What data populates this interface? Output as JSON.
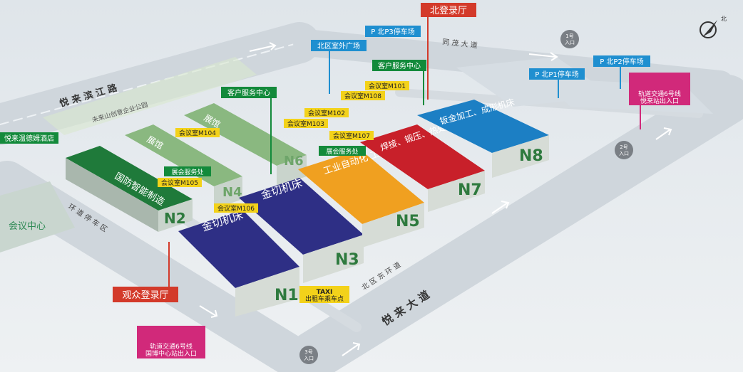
{
  "roads": {
    "yuelai_binjiang": "悦 来 滨 江 路",
    "weilaishan": "未来山创意企业公园",
    "tongmao": "同 茂 大 道",
    "huandao_tingche": "环 道 停 车 区",
    "north_east_ring": "北 区 东 环 道",
    "yuelai_dadao": "悦 来 大 道"
  },
  "halls": [
    {
      "id": "N1",
      "name": "金切机床",
      "color": "#2e2f85"
    },
    {
      "id": "N2",
      "name": "国防智能制造",
      "color": "#1f7a3a"
    },
    {
      "id": "N3",
      "name": "金切机床",
      "color": "#2e2f85"
    },
    {
      "id": "N4",
      "name": "展馆",
      "color": "#8ab880"
    },
    {
      "id": "N5",
      "name": "工业自动化 工刀夹具 测量",
      "color": "#f0a020"
    },
    {
      "id": "N6",
      "name": "展馆",
      "color": "#8ab880"
    },
    {
      "id": "N7",
      "name": "焊接、锻压、热处理",
      "color": "#c8202a"
    },
    {
      "id": "N8",
      "name": "钣金加工、成形机床",
      "color": "#1c7fc4"
    }
  ],
  "labels": {
    "north_reg": "北登录厅",
    "visitor_reg": "观众登录厅",
    "conference_center": "会议中心",
    "hotel": "悦来温德姆酒店",
    "service_center_1": "客户服务中心",
    "service_center_2": "客户服务中心",
    "north_outdoor": "北区室外广场",
    "p_n3": "P 北P3停车场",
    "p_n1": "P 北P1停车场",
    "p_n2": "P 北P2停车场",
    "exhibitor_office_1": "展会服务处",
    "exhibitor_office_2": "展会服务处",
    "m101": "会议室M101",
    "m102": "会议室M102",
    "m103": "会议室M103",
    "m104": "会议室M104",
    "m105": "会议室M105",
    "m106": "会议室M106",
    "m107": "会议室M107",
    "m108": "会议室M108",
    "taxi_title": "TAXI",
    "taxi_sub": "出租车乘车点",
    "metro_1_line1": "轨道交通6号线",
    "metro_1_line2": "悦来站出入口",
    "metro_2_line1": "轨道交通6号线",
    "metro_2_line2": "国博中心站出入口",
    "entrance_1": "1号\n入口",
    "entrance_2": "2号\n入口",
    "entrance_3": "3号\n入口",
    "north": "北"
  },
  "colors": {
    "road": "#d0d6dc",
    "road_edge": "#f4f6f8",
    "label_green": "#138a3b",
    "label_blue": "#1f8fd0",
    "label_red": "#d33a2a",
    "label_yellow": "#f3d21a",
    "metro_pink": "#d1297a"
  }
}
